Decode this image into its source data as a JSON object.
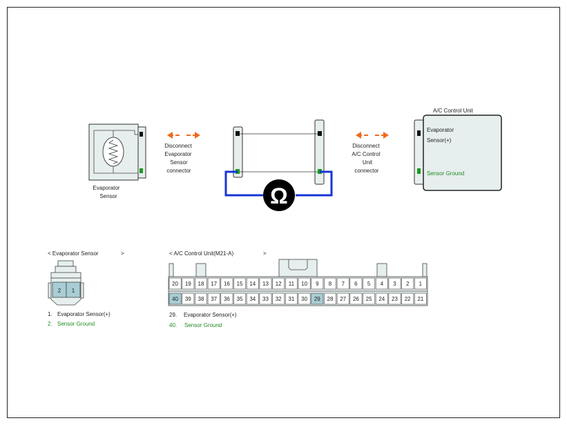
{
  "colors": {
    "connector_fill": "#e6eeee",
    "highlight_fill": "#a8cdd4",
    "arrow": "#f06a1e",
    "wire_loop": "#1734d6",
    "green_text": "#1f8a1f",
    "green_pin": "#1d9a1d"
  },
  "diagram": {
    "sensor_label_line1": "Evaporator",
    "sensor_label_line2": "Sensor",
    "disconnect_left": [
      "Disconnect",
      "Evaporator",
      "Sensor",
      "connector"
    ],
    "disconnect_right": [
      "Disconnect",
      "A/C Control",
      "Unit",
      "connector"
    ],
    "ohm_symbol": "Ω",
    "acu_title": "A/C Control Unit",
    "acu_pin_top_line1": "Evaporator",
    "acu_pin_top_line2": "Sensor(+)",
    "acu_pin_bottom": "Sensor Ground"
  },
  "sensor_connector": {
    "title": "< Evaporator Sensor",
    "title_end": ">",
    "pins": [
      "2",
      "1"
    ],
    "legend": [
      {
        "num": "1.",
        "text": "Evaporator Sensor(+)",
        "green": false
      },
      {
        "num": "2.",
        "text": "Sensor Ground",
        "green": true
      }
    ]
  },
  "acu_connector": {
    "title": "< A/C Control Unit(M21-A)",
    "title_end": ">",
    "top_row": [
      "20",
      "19",
      "18",
      "17",
      "16",
      "15",
      "14",
      "13",
      "12",
      "11",
      "10",
      "9",
      "8",
      "7",
      "6",
      "5",
      "4",
      "3",
      "2",
      "1"
    ],
    "bottom_row": [
      "40",
      "39",
      "38",
      "37",
      "36",
      "35",
      "34",
      "33",
      "32",
      "31",
      "30",
      "29",
      "28",
      "27",
      "26",
      "25",
      "24",
      "23",
      "22",
      "21"
    ],
    "highlighted": [
      "40",
      "29"
    ],
    "legend": [
      {
        "num": "29.",
        "text": "Evaporator Sensor(+)",
        "green": false
      },
      {
        "num": "40.",
        "text": "Sensor Ground",
        "green": true
      }
    ]
  }
}
